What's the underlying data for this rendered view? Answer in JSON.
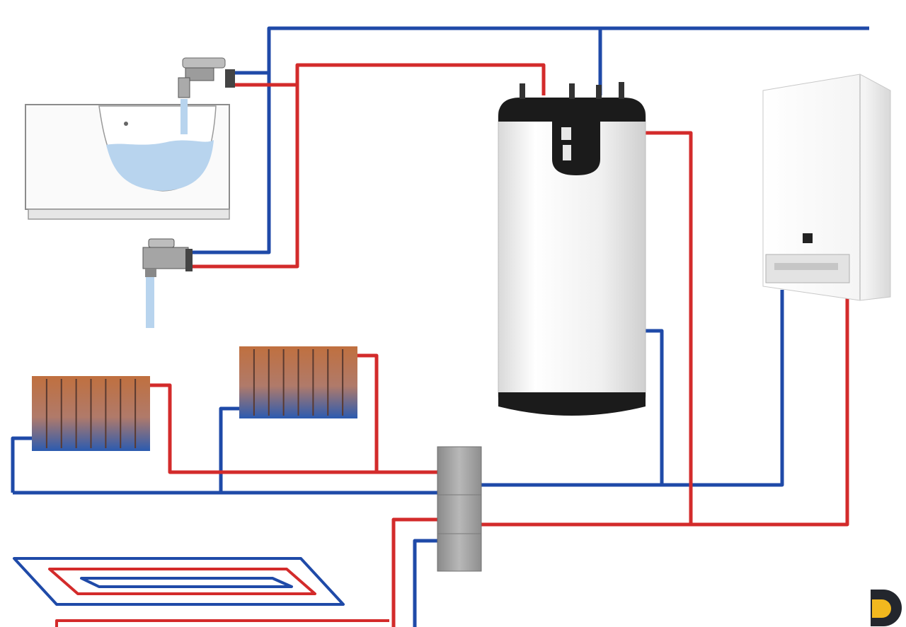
{
  "colors": {
    "hot": "#d32b2b",
    "cold": "#1f4aa8",
    "tank_body": "#f1f1f1",
    "tank_cap": "#1b1b1b",
    "boiler_body": "#f7f7f7",
    "manifold": "#9a9a9a",
    "water": "#b8d4ee",
    "radiator_top": "#c0703f",
    "radiator_bottom": "#2b5bb0",
    "logo_yellow": "#f2b81e",
    "logo_dark": "#23262d"
  },
  "components": [
    {
      "name": "bathtub",
      "icon": "bathtub-icon"
    },
    {
      "name": "bath-faucet",
      "icon": "faucet-icon"
    },
    {
      "name": "basin-tap",
      "icon": "tap-icon"
    },
    {
      "name": "indirect-water-heater-tank",
      "icon": "water-tank-icon"
    },
    {
      "name": "wall-gas-boiler",
      "icon": "boiler-icon"
    },
    {
      "name": "radiator-left",
      "icon": "radiator-icon"
    },
    {
      "name": "radiator-right",
      "icon": "radiator-icon"
    },
    {
      "name": "distribution-manifold",
      "icon": "manifold-icon"
    },
    {
      "name": "underfloor-heating-loop",
      "icon": "floor-heating-icon"
    }
  ],
  "logo": {
    "icon": "brand-logo-icon"
  }
}
